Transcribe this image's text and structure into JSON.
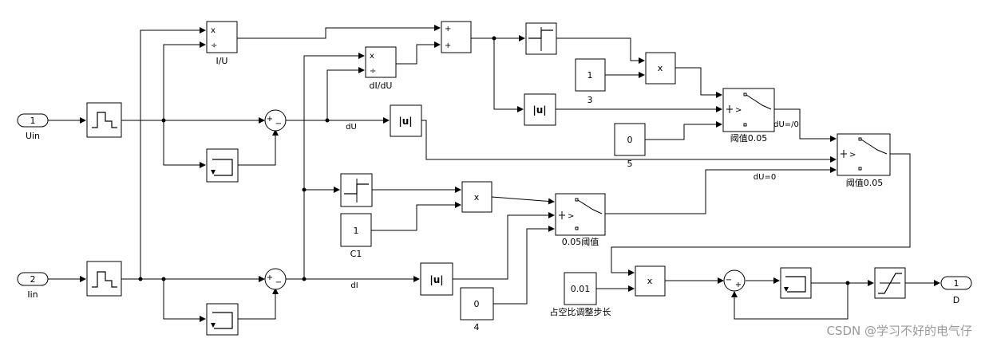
{
  "ports": {
    "in1": {
      "number": "1",
      "name": "Uin"
    },
    "in2": {
      "number": "2",
      "name": "Iin"
    },
    "out1": {
      "number": "1",
      "name": "D"
    }
  },
  "blocks": {
    "divide_iu": {
      "op1": "x",
      "op2": "÷",
      "label": "I/U"
    },
    "divide_didu": {
      "op1": "x",
      "op2": "÷",
      "label": "dI/dU"
    },
    "sum_top": {
      "op1": "+",
      "op2": "+"
    },
    "sum_du": {
      "sign_in": "+",
      "sign_fb": "−"
    },
    "sum_di": {
      "sign_in": "+",
      "sign_fb": "−"
    },
    "sum_out": {
      "sign_in": "+",
      "sign_fb": "−"
    },
    "abs_symbol": "|u|",
    "const_3": {
      "value": "1",
      "label": "3"
    },
    "const_5": {
      "value": "0",
      "label": "5"
    },
    "const_c1": {
      "value": "1",
      "label": "C1"
    },
    "const_4": {
      "value": "0",
      "label": "4"
    },
    "const_step": {
      "value": "0.01",
      "label": "占空比调整步长"
    },
    "product": "x",
    "switch_1": {
      "label": "阈值0.05",
      "cmp": "> "
    },
    "switch_2": {
      "label": "阈值0.05",
      "cmp": "> "
    },
    "switch_3": {
      "label": "0.05阈值",
      "cmp": "> "
    }
  },
  "signals": {
    "du": "dU",
    "di": "dI",
    "du_neq_0": "dU=/0",
    "du_eq_0": "dU=0"
  },
  "watermark": "CSDN @学习不好的电气仔"
}
